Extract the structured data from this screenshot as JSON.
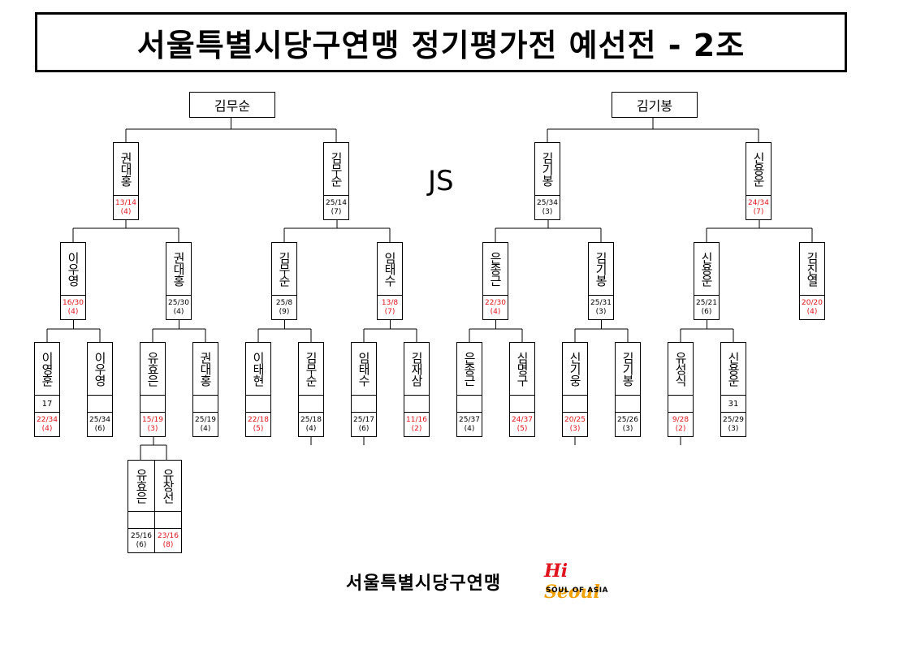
{
  "title": "서울특별시당구연맹 정기평가전 예선전 - 2조",
  "js_label": "JS",
  "footer": {
    "org": "서울특별시당구연맹",
    "logo_main": "Hi Seoul",
    "logo_sub": "SOUL OF ASIA",
    "colors": {
      "hi": "#e0141e",
      "seoul": "#f0a000"
    }
  },
  "colors": {
    "score_highlight": "#e0141e",
    "text": "#000000"
  },
  "champions": {
    "left": "김무순",
    "right": "김기봉"
  },
  "players": {
    "r3": [
      {
        "name": "권대홍",
        "s1": "13/14",
        "s2": "(4)",
        "red": true
      },
      {
        "name": "김무순",
        "s1": "25/14",
        "s2": "(7)",
        "red": false
      },
      {
        "name": "김기봉",
        "s1": "25/34",
        "s2": "(3)",
        "red": false
      },
      {
        "name": "신용운",
        "s1": "24/34",
        "s2": "(7)",
        "red": true
      }
    ],
    "r2": [
      {
        "name": "이우영",
        "s1": "16/30",
        "s2": "(4)",
        "red": true
      },
      {
        "name": "권대홍",
        "s1": "25/30",
        "s2": "(4)",
        "red": false
      },
      {
        "name": "김무순",
        "s1": "25/8",
        "s2": "(9)",
        "red": false
      },
      {
        "name": "임태수",
        "s1": "13/8",
        "s2": "(7)",
        "red": true
      },
      {
        "name": "은종근",
        "s1": "22/30",
        "s2": "(4)",
        "red": true
      },
      {
        "name": "김기봉",
        "s1": "25/31",
        "s2": "(3)",
        "red": false
      },
      {
        "name": "신용운",
        "s1": "25/21",
        "s2": "(6)",
        "red": false
      },
      {
        "name": "김진열",
        "s1": "20/20",
        "s2": "(4)",
        "red": true
      }
    ],
    "r1": [
      {
        "name": "이영훈",
        "seed": "17",
        "s1": "22/34",
        "s2": "(4)",
        "red": true
      },
      {
        "name": "이우영",
        "seed": "",
        "s1": "25/34",
        "s2": "(6)",
        "red": false
      },
      {
        "name": "유효은",
        "seed": "",
        "s1": "15/19",
        "s2": "(3)",
        "red": true
      },
      {
        "name": "권대홍",
        "seed": "",
        "s1": "25/19",
        "s2": "(4)",
        "red": false
      },
      {
        "name": "이태현",
        "seed": "",
        "s1": "22/18",
        "s2": "(5)",
        "red": true
      },
      {
        "name": "김무순",
        "seed": "",
        "s1": "25/18",
        "s2": "(4)",
        "red": false
      },
      {
        "name": "임태수",
        "seed": "",
        "s1": "25/17",
        "s2": "(6)",
        "red": false
      },
      {
        "name": "김재삼",
        "seed": "",
        "s1": "11/16",
        "s2": "(2)",
        "red": true
      },
      {
        "name": "은종근",
        "seed": "",
        "s1": "25/37",
        "s2": "(4)",
        "red": false
      },
      {
        "name": "심명구",
        "seed": "",
        "s1": "24/37",
        "s2": "(5)",
        "red": true
      },
      {
        "name": "신기웅",
        "seed": "",
        "s1": "20/25",
        "s2": "(3)",
        "red": true
      },
      {
        "name": "김기봉",
        "seed": "",
        "s1": "25/26",
        "s2": "(3)",
        "red": false
      },
      {
        "name": "유성식",
        "seed": "",
        "s1": "9/28",
        "s2": "(2)",
        "red": true
      },
      {
        "name": "신용운",
        "seed": "31",
        "s1": "25/29",
        "s2": "(3)",
        "red": false
      }
    ],
    "r0": [
      {
        "name": "유효은",
        "s1": "25/16",
        "s2": "(6)",
        "red": false
      },
      {
        "name": "유창선",
        "s1": "23/16",
        "s2": "(8)",
        "red": true
      }
    ]
  }
}
